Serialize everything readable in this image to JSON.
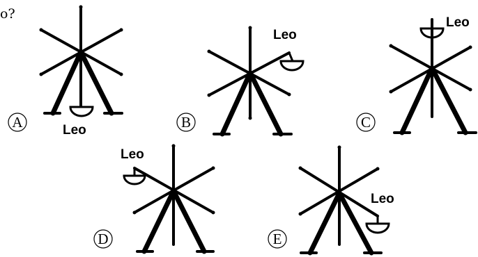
{
  "question_fragment": "o?",
  "options": [
    {
      "letter": "A",
      "tag": "Leo"
    },
    {
      "letter": "B",
      "tag": "Leo"
    },
    {
      "letter": "C",
      "tag": "Leo"
    },
    {
      "letter": "D",
      "tag": "Leo"
    },
    {
      "letter": "E",
      "tag": "Leo"
    }
  ],
  "colors": {
    "ink": "#000000",
    "background": "#ffffff"
  }
}
